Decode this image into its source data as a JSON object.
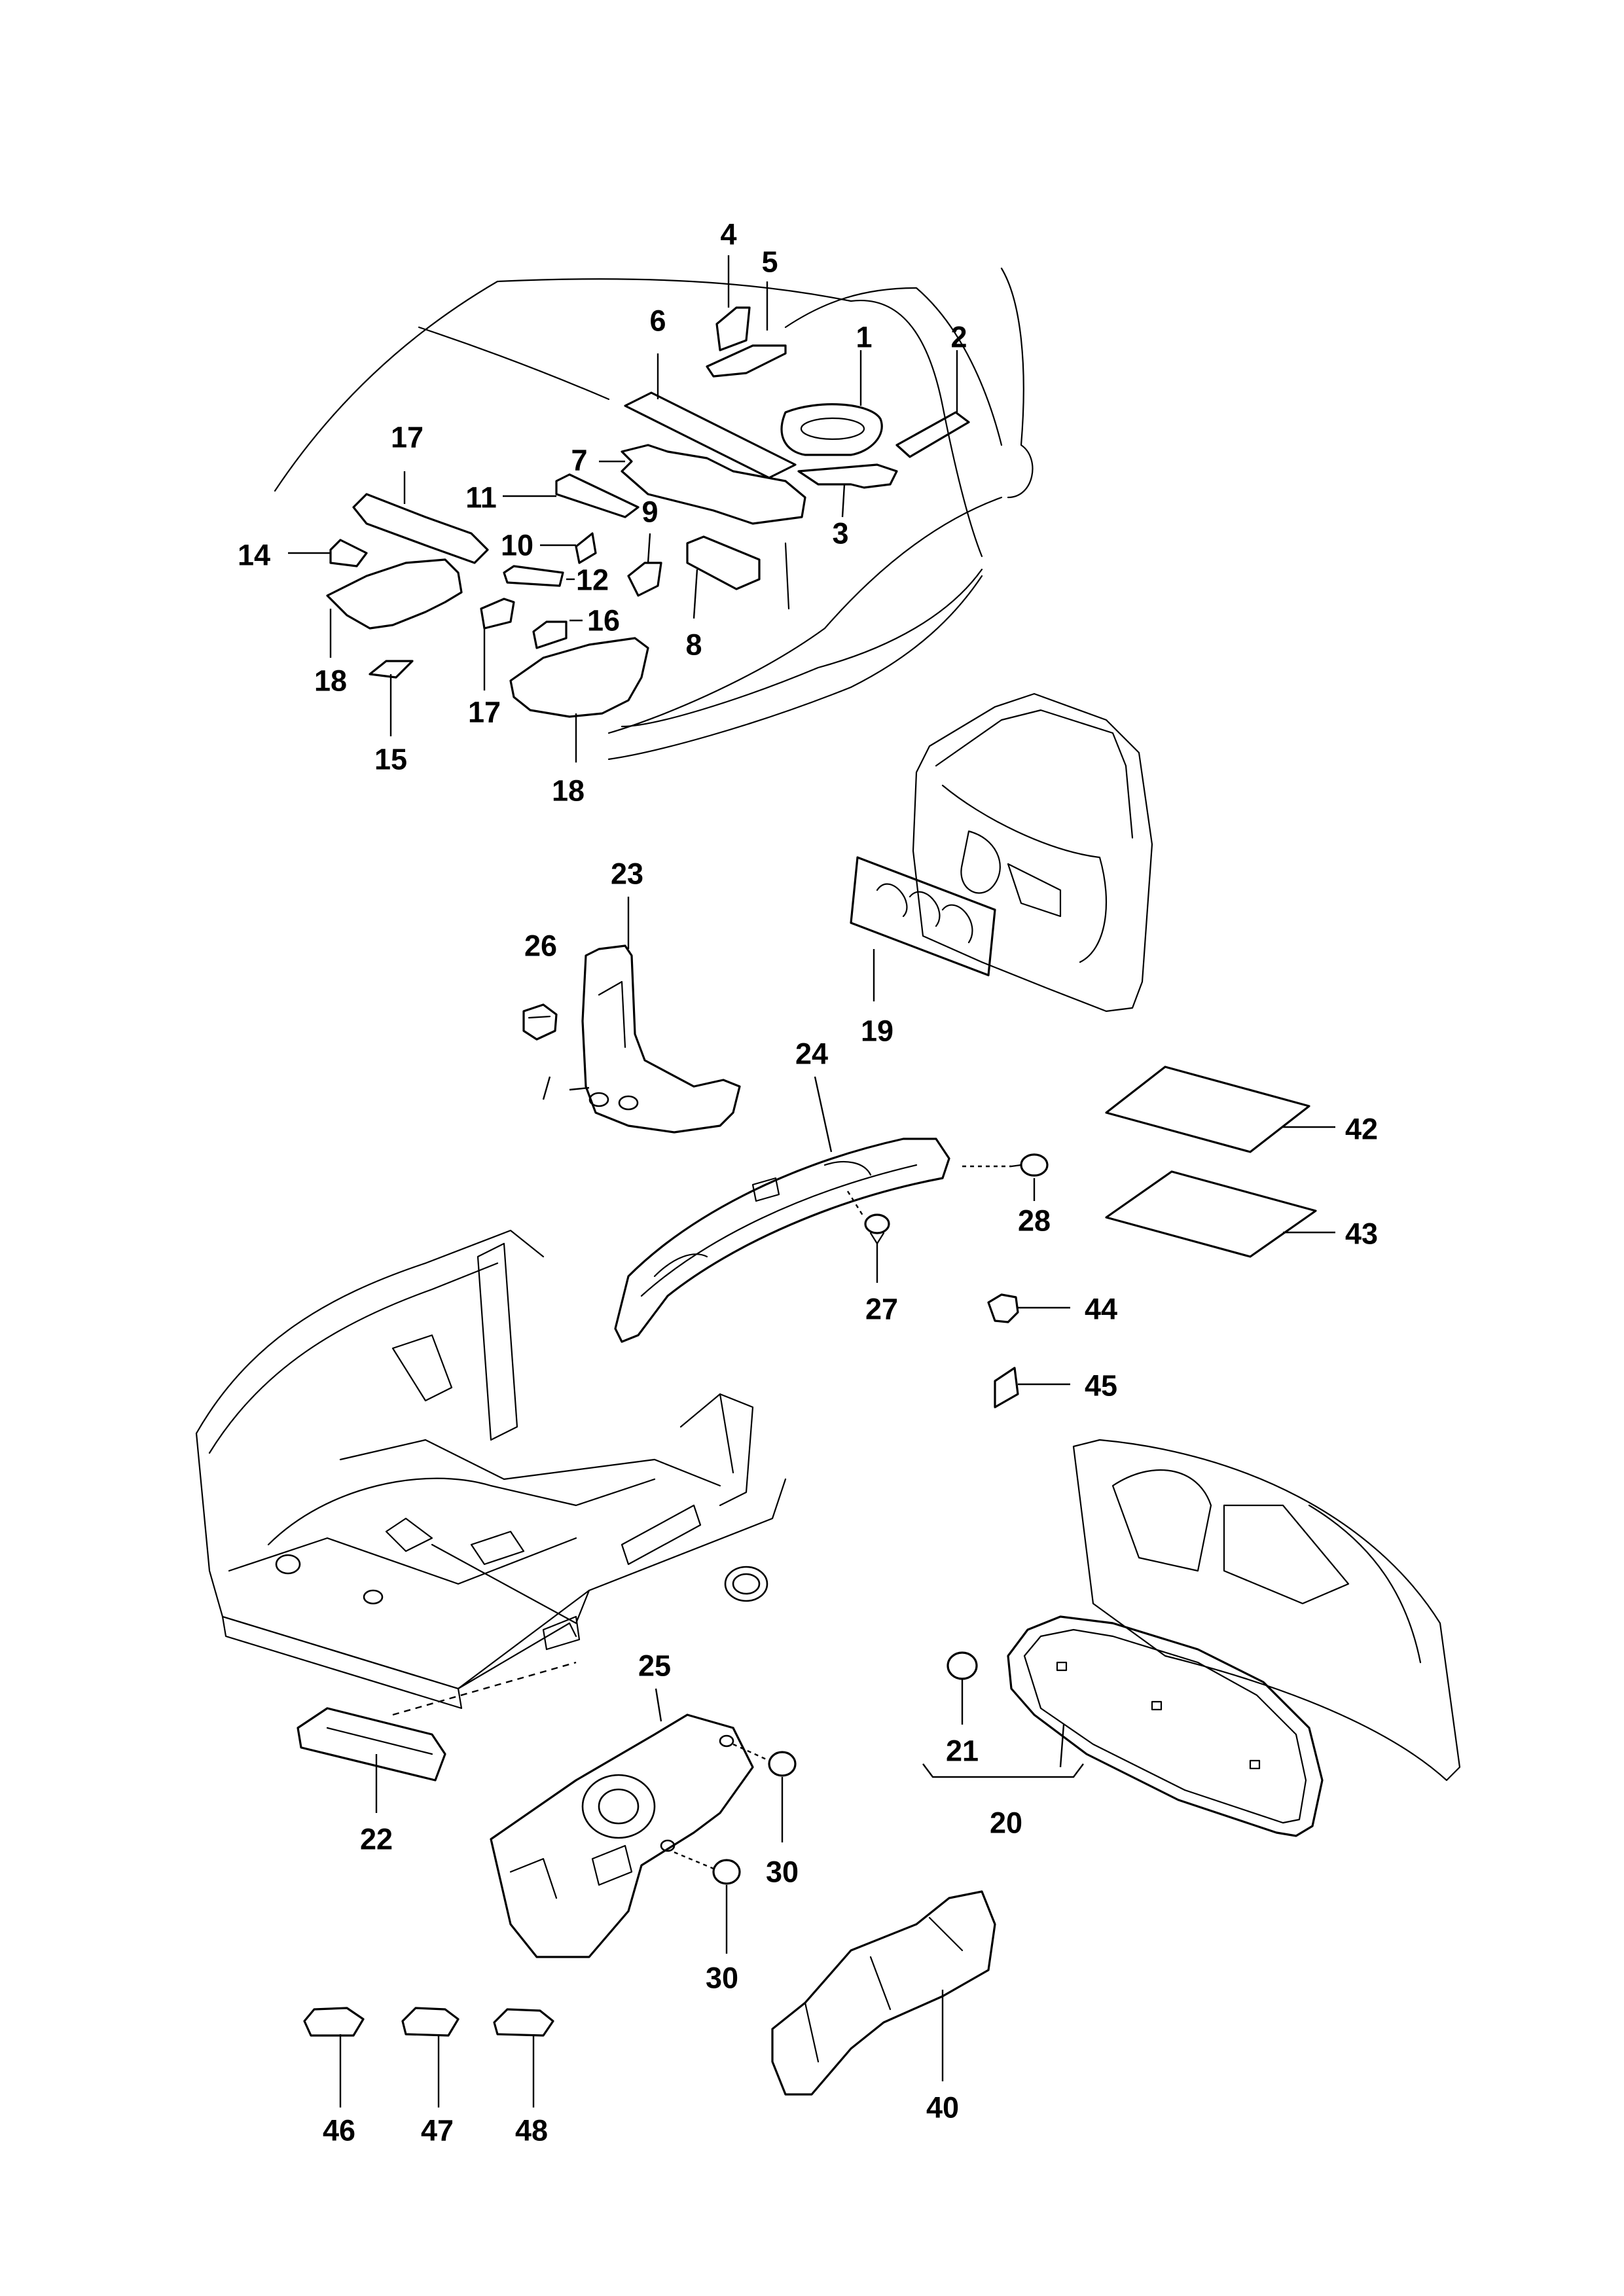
{
  "callouts": [
    {
      "id": "c1",
      "text": "1"
    },
    {
      "id": "c2",
      "text": "2"
    },
    {
      "id": "c3",
      "text": "3"
    },
    {
      "id": "c4",
      "text": "4"
    },
    {
      "id": "c5",
      "text": "5"
    },
    {
      "id": "c6",
      "text": "6"
    },
    {
      "id": "c7",
      "text": "7"
    },
    {
      "id": "c8",
      "text": "8"
    },
    {
      "id": "c9",
      "text": "9"
    },
    {
      "id": "c10",
      "text": "10"
    },
    {
      "id": "c11",
      "text": "11"
    },
    {
      "id": "c12",
      "text": "12"
    },
    {
      "id": "c14",
      "text": "14"
    },
    {
      "id": "c15",
      "text": "15"
    },
    {
      "id": "c16",
      "text": "16"
    },
    {
      "id": "c17a",
      "text": "17"
    },
    {
      "id": "c17b",
      "text": "17"
    },
    {
      "id": "c18a",
      "text": "18"
    },
    {
      "id": "c18b",
      "text": "18"
    },
    {
      "id": "c19",
      "text": "19"
    },
    {
      "id": "c20",
      "text": "20"
    },
    {
      "id": "c21",
      "text": "21"
    },
    {
      "id": "c22",
      "text": "22"
    },
    {
      "id": "c23",
      "text": "23"
    },
    {
      "id": "c24",
      "text": "24"
    },
    {
      "id": "c25",
      "text": "25"
    },
    {
      "id": "c26",
      "text": "26"
    },
    {
      "id": "c27",
      "text": "27"
    },
    {
      "id": "c28",
      "text": "28"
    },
    {
      "id": "c30a",
      "text": "30"
    },
    {
      "id": "c30b",
      "text": "30"
    },
    {
      "id": "c40",
      "text": "40"
    },
    {
      "id": "c42",
      "text": "42"
    },
    {
      "id": "c43",
      "text": "43"
    },
    {
      "id": "c44",
      "text": "44"
    },
    {
      "id": "c45",
      "text": "45"
    },
    {
      "id": "c46",
      "text": "46"
    },
    {
      "id": "c47",
      "text": "47"
    },
    {
      "id": "c48",
      "text": "48"
    }
  ]
}
